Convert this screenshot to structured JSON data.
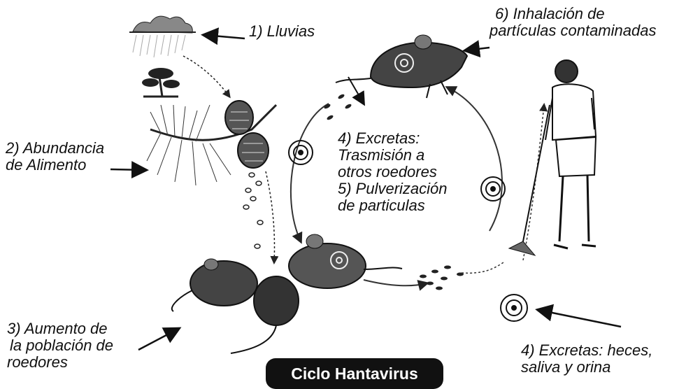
{
  "labels": {
    "step1": "1) Lluvias",
    "step2": [
      "2) Abundancia",
      "de Alimento"
    ],
    "step3": [
      "3) Aumento de",
      "la población de",
      "roedores"
    ],
    "step4_center": [
      "4) Excretas:",
      "Trasmisión  a",
      "otros roedores"
    ],
    "step5_center": [
      "5) Pulverización",
      "de particulas"
    ],
    "step6": [
      "6) Inhalación de",
      "partículas contaminadas"
    ],
    "step4_bottom": [
      "4) Excretas: heces,",
      "saliva y orina"
    ]
  },
  "title": "Ciclo Hantavirus"
}
